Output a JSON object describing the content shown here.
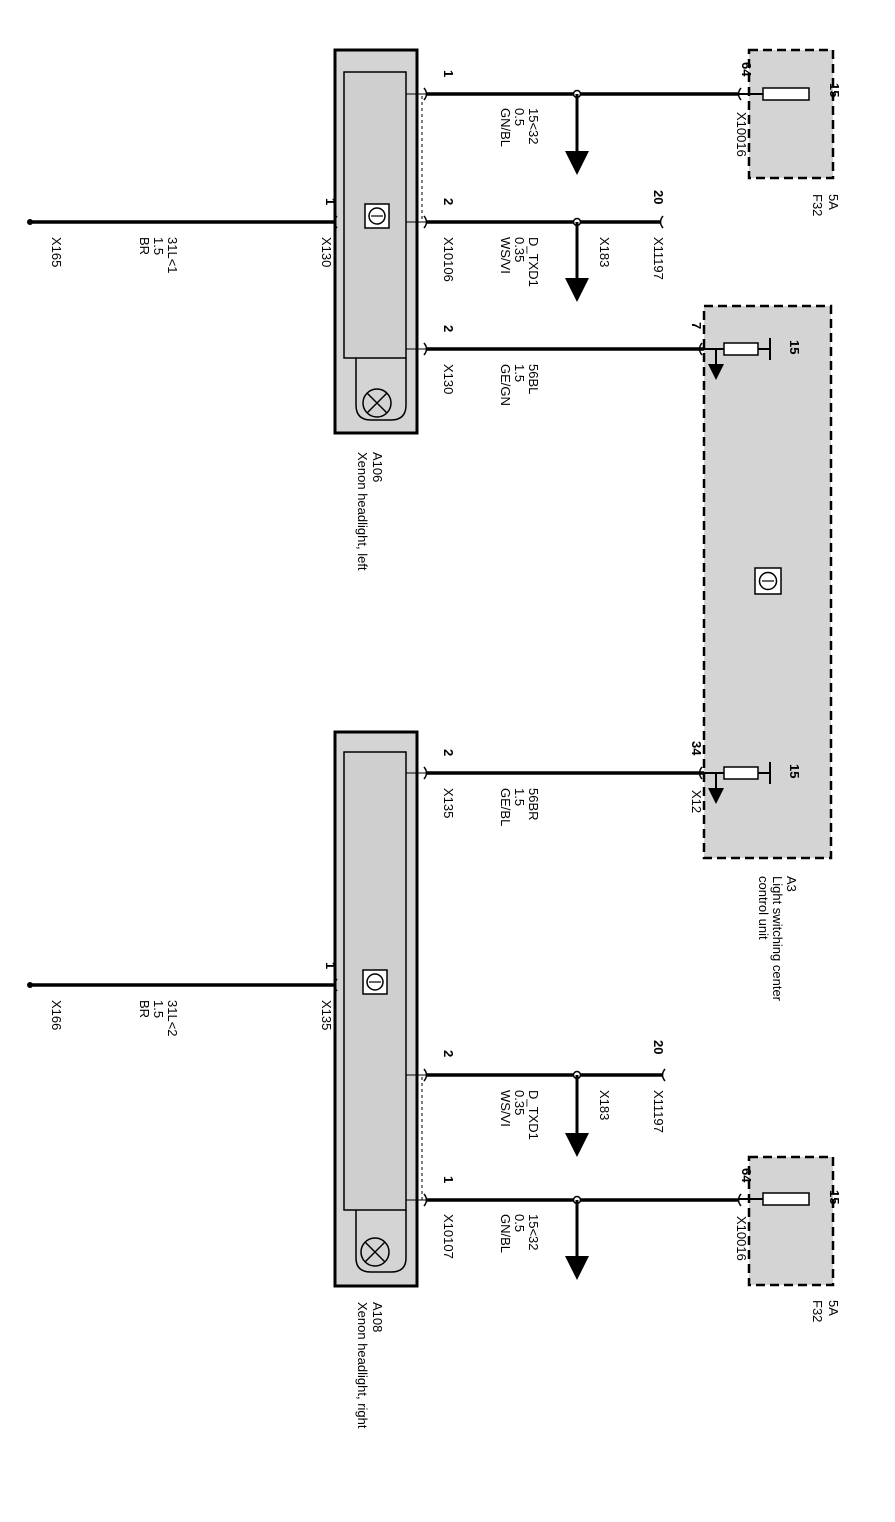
{
  "diagram": {
    "components": {
      "a106": {
        "ref": "A106",
        "name": "Xenon headlight, left"
      },
      "a108": {
        "ref": "A108",
        "name": "Xenon headlight, right"
      },
      "a3": {
        "ref": "A3",
        "name_line1": "Light switching center",
        "name_line2": "control unit"
      },
      "f32_top": {
        "ref": "F32",
        "rating": "5A"
      },
      "f32_bottom": {
        "ref": "F32",
        "rating": "5A"
      }
    },
    "wires": {
      "w1": {
        "pin_left": "1",
        "pin_right": "64",
        "circuit": "15<32",
        "gauge": "0.5",
        "color": "GN/BL",
        "conn_left": "",
        "conn_right": "X10016",
        "fuse_pin": "15"
      },
      "w2": {
        "pin_left": "2",
        "pin_right": "20",
        "circuit": "D_TXD1",
        "gauge": "0.35",
        "color": "WS/VI",
        "conn_left": "X10106",
        "conn_right": "X11197",
        "splice": "X183"
      },
      "w3": {
        "pin_left": "1",
        "circuit": "31L<1",
        "gauge": "1.5",
        "color": "BR",
        "conn_left": "X165",
        "conn_right": "X130"
      },
      "w4": {
        "pin_left": "2",
        "pin_right": "7",
        "circuit": "56BL",
        "gauge": "1.5",
        "color": "GE/GN",
        "conn_left": "X130",
        "ecu_pin": "15"
      },
      "w5": {
        "pin_left": "2",
        "pin_right": "34",
        "circuit": "56BR",
        "gauge": "1.5",
        "color": "GE/BL",
        "conn_left": "X135",
        "conn_right": "X12",
        "ecu_pin": "15"
      },
      "w6": {
        "pin_left": "1",
        "circuit": "31L<2",
        "gauge": "1.5",
        "color": "BR",
        "conn_left": "X166",
        "conn_right": "X135"
      },
      "w7": {
        "pin_left": "2",
        "pin_right": "20",
        "circuit": "D_TXD1",
        "gauge": "0.35",
        "color": "WS/VI",
        "conn_right": "X11197",
        "splice": "X183"
      },
      "w8": {
        "pin_left": "1",
        "pin_right": "64",
        "circuit": "15<32",
        "gauge": "0.5",
        "color": "GN/BL",
        "conn_left": "X10107",
        "conn_right": "X10016",
        "fuse_pin": "15"
      }
    }
  }
}
